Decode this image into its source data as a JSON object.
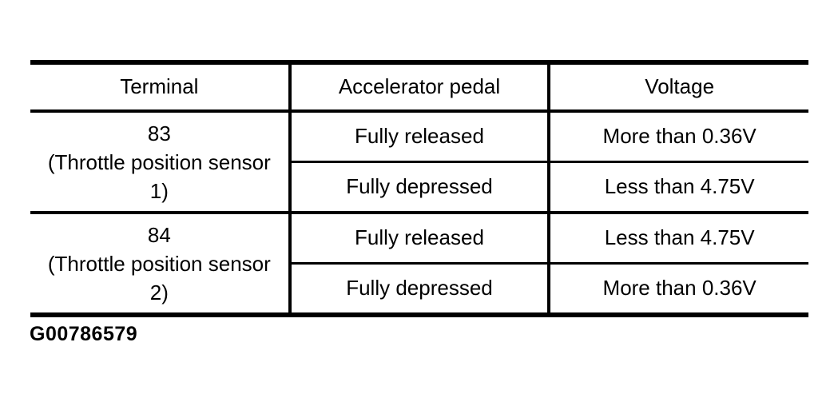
{
  "table": {
    "headers": [
      "Terminal",
      "Accelerator pedal",
      "Voltage"
    ],
    "groups": [
      {
        "terminal_lines": [
          "83",
          "(Throttle position sensor",
          "1)"
        ],
        "rows": [
          {
            "pedal": "Fully released",
            "voltage": "More than 0.36V"
          },
          {
            "pedal": "Fully depressed",
            "voltage": "Less than 4.75V"
          }
        ]
      },
      {
        "terminal_lines": [
          "84",
          "(Throttle position sensor",
          "2)"
        ],
        "rows": [
          {
            "pedal": "Fully released",
            "voltage": "Less than 4.75V"
          },
          {
            "pedal": "Fully depressed",
            "voltage": "More than 0.36V"
          }
        ]
      }
    ]
  },
  "caption": "G00786579",
  "colors": {
    "ink": "#000000",
    "background": "#ffffff"
  }
}
